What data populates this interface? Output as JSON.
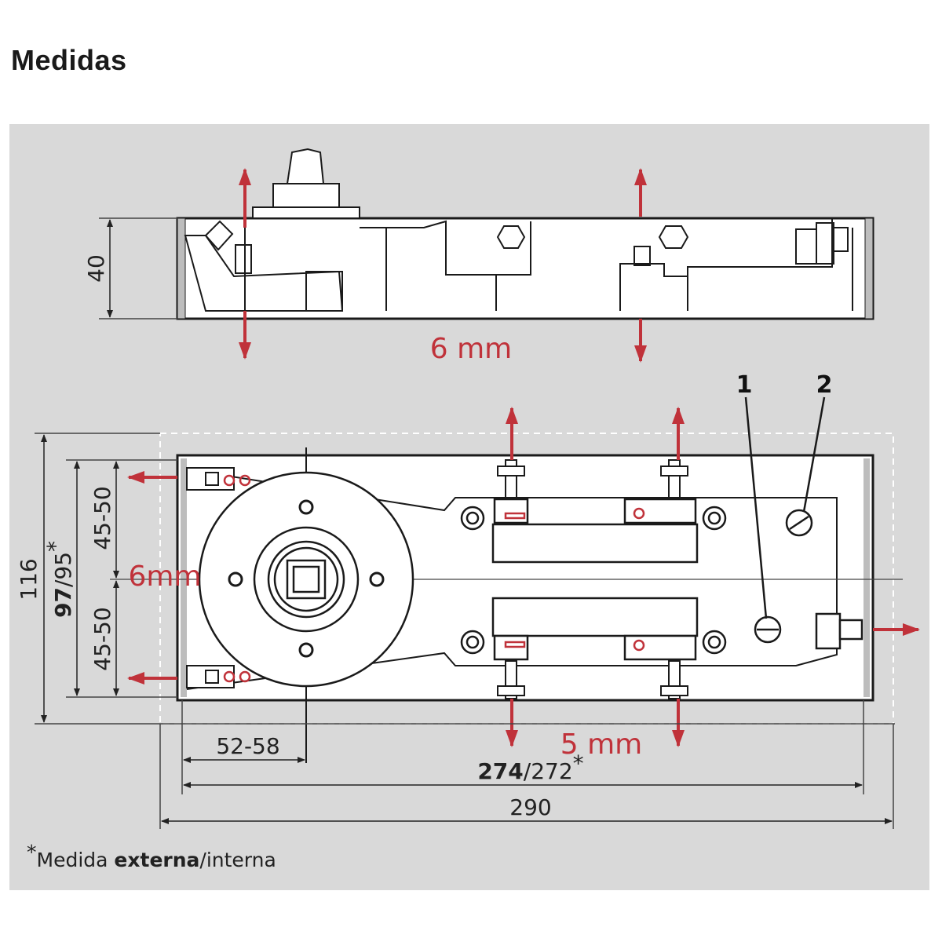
{
  "title": "Medidas",
  "side_view": {
    "height_dim": "40",
    "adjust_label": "6 mm"
  },
  "top_view": {
    "height_outer": "116",
    "height_inner_bold": "97",
    "height_inner_rest": "/95",
    "height_star": "*",
    "half_top": "45-50",
    "half_bottom": "45-50",
    "adjust_vertical": "6mm",
    "adjust_horizontal": "5 mm",
    "axis_offset": "52-58",
    "length_inner_bold": "274",
    "length_inner_rest": "/272",
    "length_star": "*",
    "length_outer": "290",
    "callout_1": "1",
    "callout_2": "2"
  },
  "footnote": {
    "star": "*",
    "prefix": "Medida ",
    "bold": "externa",
    "suffix": "/interna"
  },
  "colors": {
    "panel": "#d9d9d9",
    "arrow_red": "#c0323a",
    "line": "#1a1a1a"
  }
}
